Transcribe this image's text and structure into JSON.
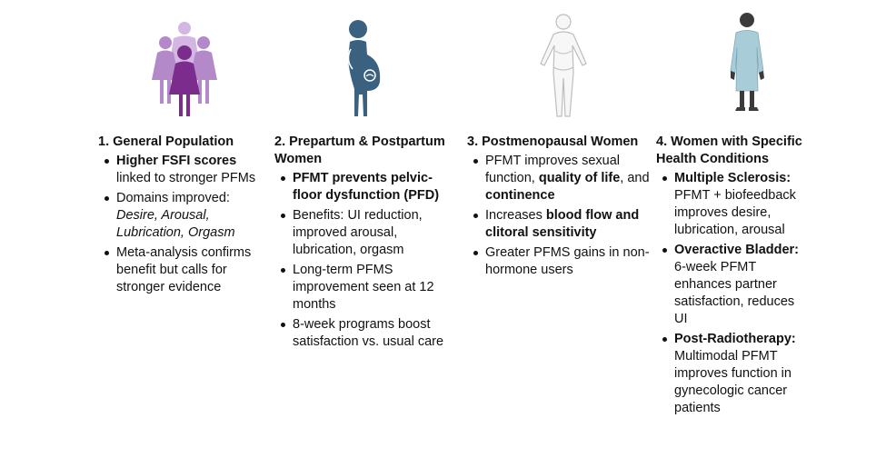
{
  "colors": {
    "purple_light": "#d3b6e1",
    "purple_mid": "#b489c9",
    "purple_dark": "#7b2c8c",
    "pregnant_blue": "#3a6180",
    "outline_grey": "#bdbdbd",
    "gown_blue": "#a9cdd8",
    "skin_dark": "#3b3b3b"
  },
  "groups": [
    {
      "icon": "women-group-icon",
      "title": "1. General Population",
      "items": [
        {
          "bold": "Higher FSFI scores",
          "text": "linked to stronger PFMs"
        },
        {
          "text": "Domains improved:",
          "italic": "Desire, Arousal, Lubrication, Orgasm"
        },
        {
          "text": "Meta-analysis confirms benefit but calls for stronger evidence"
        }
      ]
    },
    {
      "icon": "pregnant-woman-icon",
      "title": "2. Prepartum & Postpartum Women",
      "items": [
        {
          "bold": "PFMT prevents pelvic-floor dysfunction (PFD)"
        },
        {
          "text": "Benefits: UI reduction, improved arousal, lubrication, orgasm"
        },
        {
          "text": "Long-term PFMS improvement seen at 12 months"
        },
        {
          "text": "8-week programs boost satisfaction vs. usual care"
        }
      ]
    },
    {
      "icon": "postmenopausal-woman-icon",
      "title": "3. Postmenopausal Women",
      "items": [
        {
          "t1": "PFMT improves sexual function,",
          "b1": "quality of life",
          "t2": ", and",
          "b2": "continence"
        },
        {
          "text": "Increases",
          "bold": "blood flow and clitoral sensitivity"
        },
        {
          "text": "Greater PFMS gains in non-hormone users"
        }
      ]
    },
    {
      "icon": "patient-gown-icon",
      "title": "4. Women with Specific Health Conditions",
      "items": [
        {
          "bold": "Multiple Sclerosis:",
          "text": "PFMT + biofeedback improves desire, lubrication, arousal"
        },
        {
          "bold": "Overactive Bladder:",
          "text": "6-week PFMT enhances partner satisfaction, reduces UI"
        },
        {
          "bold": "Post-Radiotherapy:",
          "text": "Multimodal PFMT improves function in gynecologic cancer patients"
        }
      ]
    }
  ]
}
